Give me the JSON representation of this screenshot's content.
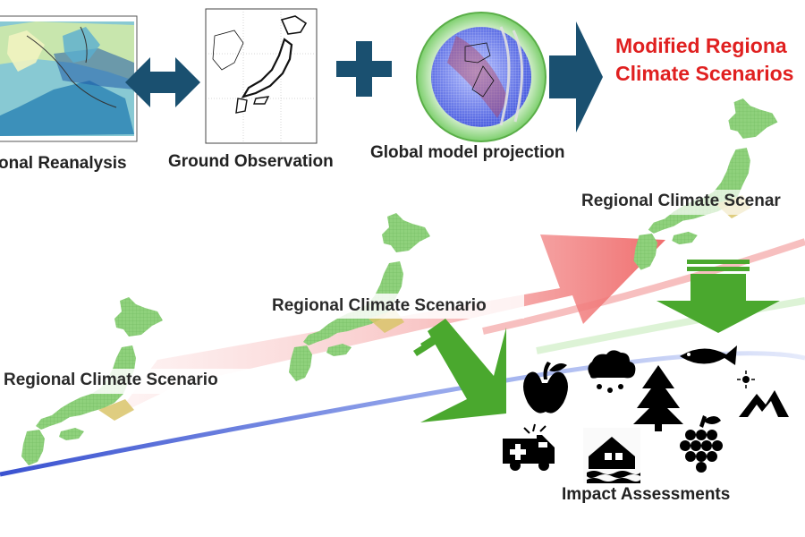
{
  "inputs": {
    "reanalysis_label": "onal Reanalysis",
    "ground_label": "Ground Observation",
    "global_label": "Global model projection"
  },
  "output": {
    "title_line1": "Modified Regiona",
    "title_line2": "Climate Scenarios"
  },
  "scenarios": {
    "left_label": "Regional Climate Scenario",
    "mid_label": "Regional Climate Scenario",
    "right_label": "Regional Climate Scenar"
  },
  "impacts": {
    "label": "Impact Assessments",
    "icons": [
      "apple-icon",
      "rain-cloud-icon",
      "tree-icon",
      "fish-icon",
      "sun-mountain-icon",
      "ambulance-icon",
      "flooded-house-icon",
      "grapes-icon"
    ]
  },
  "colors": {
    "arrow_navy": "#1a5070",
    "arrow_green": "#4aa82e",
    "arrow_red": "#f07878",
    "title_red": "#e02020",
    "trend_blue": "#4a62d8"
  }
}
